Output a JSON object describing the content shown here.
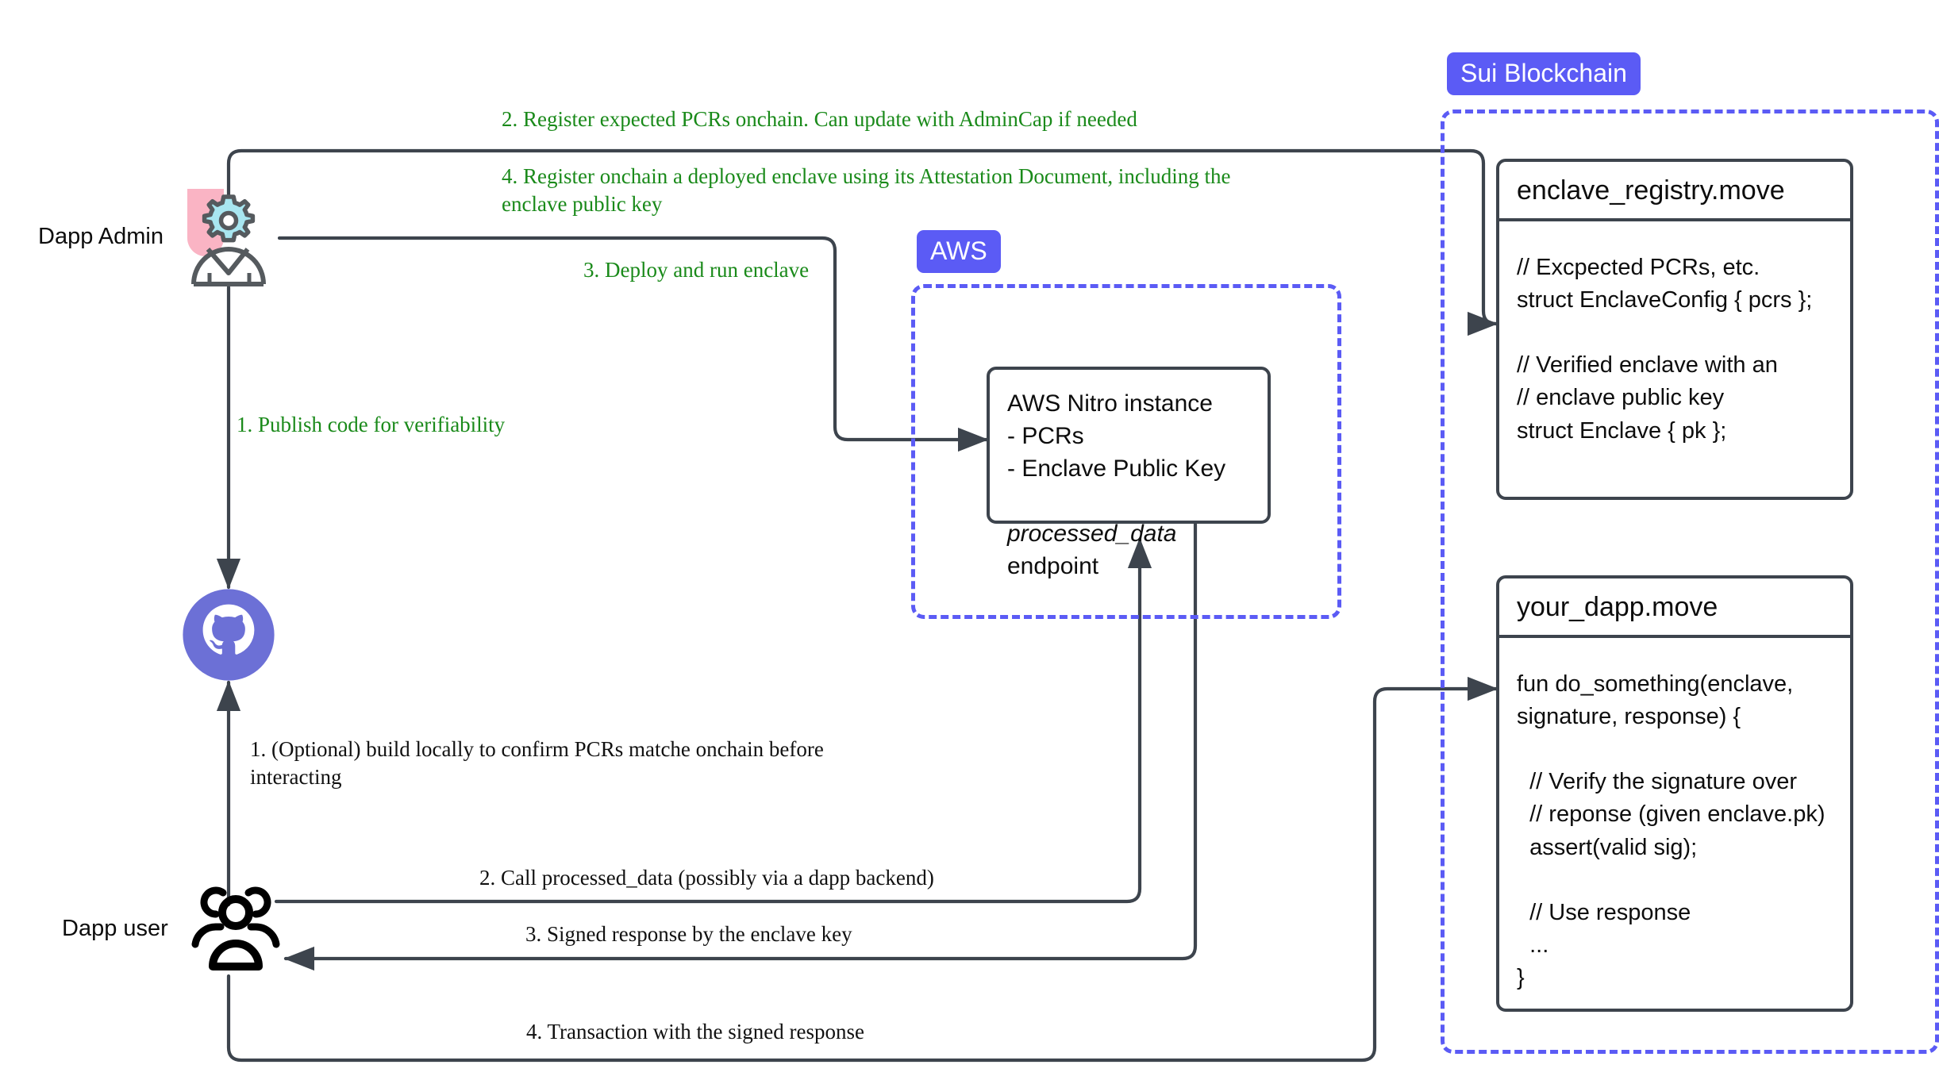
{
  "actors": {
    "admin": {
      "label": "Dapp Admin",
      "icon": "admin-gear-person-icon"
    },
    "user": {
      "label": "Dapp user",
      "icon": "group-of-people-icon"
    },
    "github": {
      "label": "github-icon",
      "color": "#6c70d6"
    }
  },
  "badges": {
    "aws": "AWS",
    "sui": "Sui Blockchain",
    "color": "#5b5bf5"
  },
  "flow_labels": {
    "admin_publish": "1. Publish code for verifiability",
    "admin_register_pcrs": "2. Register expected PCRs onchain. Can update with AdminCap if needed",
    "admin_deploy": "3. Deploy and run enclave",
    "admin_register_enclave": "4. Register onchain a deployed enclave using its Attestation Document, including the\nenclave public key",
    "user_optional_build": "1. (Optional) build locally to confirm PCRs matche onchain before\ninteracting",
    "user_call": "2. Call processed_data (possibly via a dapp backend)",
    "user_signed_response": "3. Signed response by the enclave key",
    "user_transaction": "4. Transaction with the signed response"
  },
  "nitro_box": {
    "line1": "AWS Nitro instance",
    "line2": "- PCRs",
    "line3": "- Enclave Public Key",
    "endpoint_italic": "processed_data",
    "endpoint_rest": " endpoint"
  },
  "enclave_registry": {
    "title": "enclave_registry.move",
    "body": "// Excpected PCRs, etc.\nstruct EnclaveConfig { pcrs };\n\n// Verified enclave with an\n// enclave public key\nstruct Enclave { pk };"
  },
  "your_dapp": {
    "title": "your_dapp.move",
    "body": "fun do_something(enclave,\nsignature, response) {\n\n  // Verify the signature over\n  // reponse (given enclave.pk)\n  assert(valid sig);\n\n  // Use response\n  ...\n}"
  },
  "colors": {
    "wire": "#3d444d",
    "green_text": "#1a8a1a",
    "indigo": "#5b5bf5",
    "pink": "#fab4c4",
    "cyan": "#a8e6f0",
    "dark_outline": "#4d4d4d"
  }
}
